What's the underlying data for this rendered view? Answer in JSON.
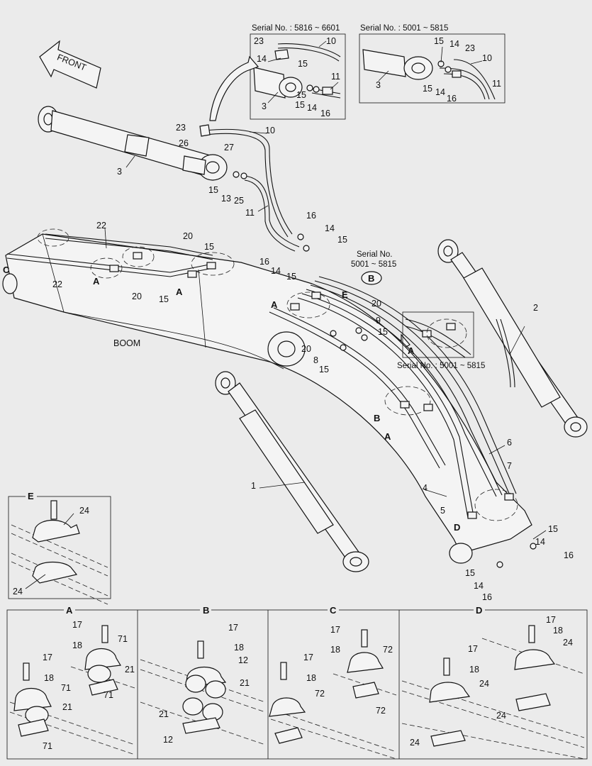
{
  "front_label": "FRONT",
  "boom_label": "BOOM",
  "serial_notes": {
    "top_left": "Serial No. : 5816 ~ 6601",
    "top_right": "Serial No. : 5001 ~ 5815",
    "middle_line1": "Serial No.",
    "middle_line2": "5001 ~ 5815",
    "right_detail": "Serial No. : 5001 ~ 5815"
  },
  "view_letters": {
    "a": "A",
    "b": "B",
    "c": "C",
    "d": "D",
    "e": "E"
  },
  "detail_panels": {
    "e": {
      "title": "E",
      "callouts": [
        "24",
        "24"
      ]
    },
    "a": {
      "title": "A",
      "callouts": [
        "17",
        "18",
        "71",
        "21",
        "71",
        "17",
        "18",
        "71",
        "21",
        "71"
      ]
    },
    "b": {
      "title": "B",
      "callouts": [
        "17",
        "18",
        "12",
        "21",
        "21",
        "12"
      ]
    },
    "c": {
      "title": "C",
      "callouts": [
        "17",
        "18",
        "72",
        "17",
        "18",
        "72",
        "72"
      ]
    },
    "d": {
      "title": "D",
      "callouts": [
        "17",
        "18",
        "24",
        "17",
        "18",
        "24",
        "24",
        "24"
      ]
    }
  },
  "callouts": {
    "inset_left": [
      "23",
      "10",
      "14",
      "15",
      "11",
      "3",
      "15",
      "14",
      "15",
      "16"
    ],
    "inset_right": [
      "15",
      "14",
      "23",
      "10",
      "3",
      "15",
      "14",
      "16",
      "11"
    ],
    "main": [
      "23",
      "10",
      "26",
      "27",
      "3",
      "15",
      "13",
      "25",
      "11",
      "22",
      "20",
      "15",
      "16",
      "14",
      "15",
      "16",
      "14",
      "15",
      "22",
      "20",
      "15",
      "20",
      "9",
      "15",
      "20",
      "8",
      "15",
      "2",
      "1",
      "6",
      "7",
      "4",
      "5",
      "15",
      "14",
      "16",
      "15",
      "14",
      "16"
    ]
  }
}
